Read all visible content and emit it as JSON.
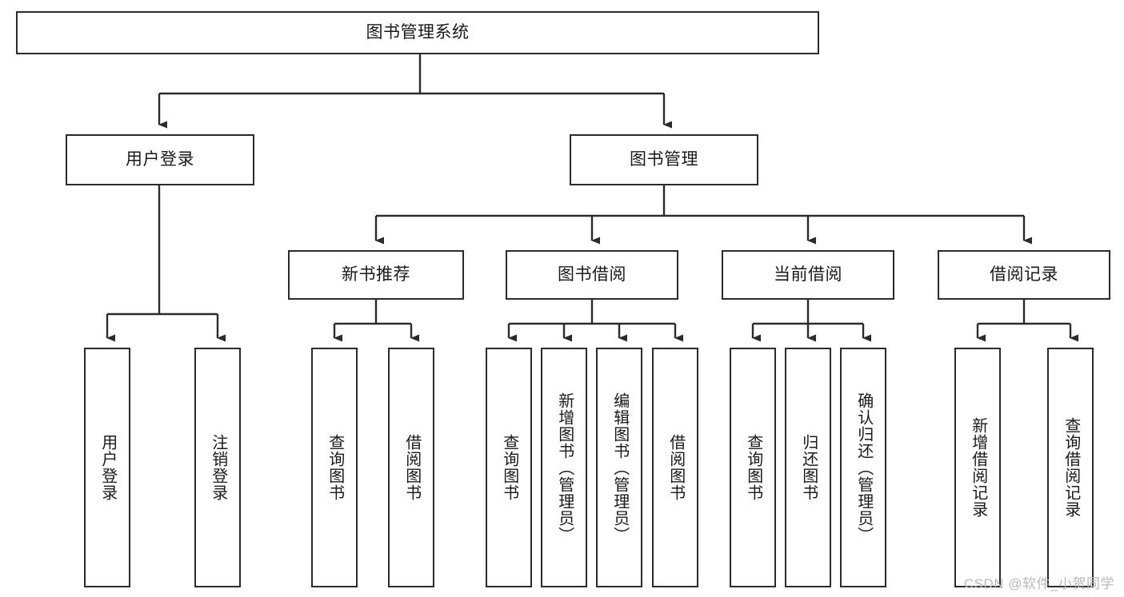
{
  "diagram": {
    "title": "图书管理系统",
    "type": "tree-hierarchy-diagram",
    "root": {
      "id": "root",
      "label": "图书管理系统"
    },
    "level2": [
      {
        "id": "user-login",
        "label": "用户登录"
      },
      {
        "id": "book-manage",
        "label": "图书管理"
      }
    ],
    "level3": [
      {
        "id": "new-book-recommend",
        "label": "新书推荐",
        "parent": "book-manage"
      },
      {
        "id": "book-borrow",
        "label": "图书借阅",
        "parent": "book-manage"
      },
      {
        "id": "current-borrow",
        "label": "当前借阅",
        "parent": "book-manage"
      },
      {
        "id": "borrow-record",
        "label": "借阅记录",
        "parent": "book-manage"
      }
    ],
    "leaves": [
      {
        "id": "leaf-user-login",
        "label": "用户登录",
        "parent": "user-login"
      },
      {
        "id": "leaf-user-logout",
        "label": "注销登录",
        "parent": "user-login"
      },
      {
        "id": "leaf-query-book-1",
        "label": "查询图书",
        "parent": "new-book-recommend"
      },
      {
        "id": "leaf-borrow-book-1",
        "label": "借阅图书",
        "parent": "new-book-recommend"
      },
      {
        "id": "leaf-query-book-2",
        "label": "查询图书",
        "parent": "book-borrow"
      },
      {
        "id": "leaf-add-book",
        "label": "新增图书（管理员）",
        "parent": "book-borrow"
      },
      {
        "id": "leaf-edit-book",
        "label": "编辑图书（管理员）",
        "parent": "book-borrow"
      },
      {
        "id": "leaf-borrow-book-2",
        "label": "借阅图书",
        "parent": "book-borrow"
      },
      {
        "id": "leaf-query-book-3",
        "label": "查询图书",
        "parent": "current-borrow"
      },
      {
        "id": "leaf-return-book",
        "label": "归还图书",
        "parent": "current-borrow"
      },
      {
        "id": "leaf-confirm-return",
        "label": "确认归还（管理员）",
        "parent": "current-borrow"
      },
      {
        "id": "leaf-add-record",
        "label": "新增借阅记录",
        "parent": "borrow-record"
      },
      {
        "id": "leaf-query-record",
        "label": "查询借阅记录",
        "parent": "borrow-record"
      }
    ],
    "watermark": "CSDN @软件_小贺同学",
    "colors": {
      "stroke": "#2b2b2b",
      "fill": "#ffffff",
      "text": "#1a1a1a",
      "watermark": "#b9b9b9"
    }
  }
}
